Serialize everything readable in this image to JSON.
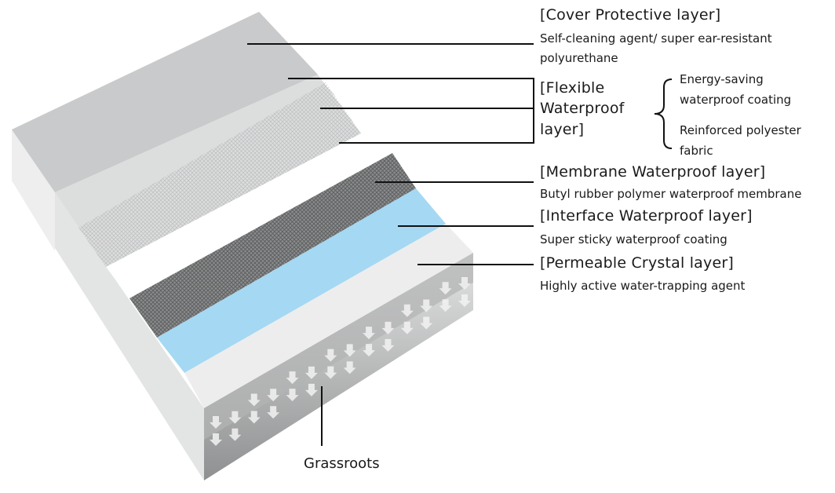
{
  "layers": [
    {
      "id": "cover",
      "title": "[Cover Protective layer]",
      "desc_lines": [
        "Self-cleaning agent/ super ear-resistant",
        "polyurethane"
      ]
    },
    {
      "id": "flexible",
      "title_lines": [
        "[Flexible",
        "Waterproof",
        "layer]"
      ],
      "components": [
        {
          "lines": [
            "Energy-saving",
            "waterproof coating"
          ]
        },
        {
          "lines": [
            "Reinforced polyester",
            "fabric"
          ]
        }
      ]
    },
    {
      "id": "membrane",
      "title": "[Membrane Waterproof layer]",
      "desc": "Butyl rubber polymer waterproof membrane"
    },
    {
      "id": "interface",
      "title": "[Interface Waterproof layer]",
      "desc": "Super sticky waterproof coating"
    },
    {
      "id": "permeable",
      "title": "[Permeable Crystal layer]",
      "desc": "Highly active water-trapping agent"
    }
  ],
  "base": {
    "label": "Grassroots"
  },
  "colors": {
    "cover": "#c9cacb",
    "flexible": "#dcdddd",
    "membrane": "#8e8f90",
    "interface": "#a5d8f2",
    "permeable": "#ededee",
    "base": "#9e9fa0",
    "side": "#e6e7e7",
    "line": "#111111"
  }
}
